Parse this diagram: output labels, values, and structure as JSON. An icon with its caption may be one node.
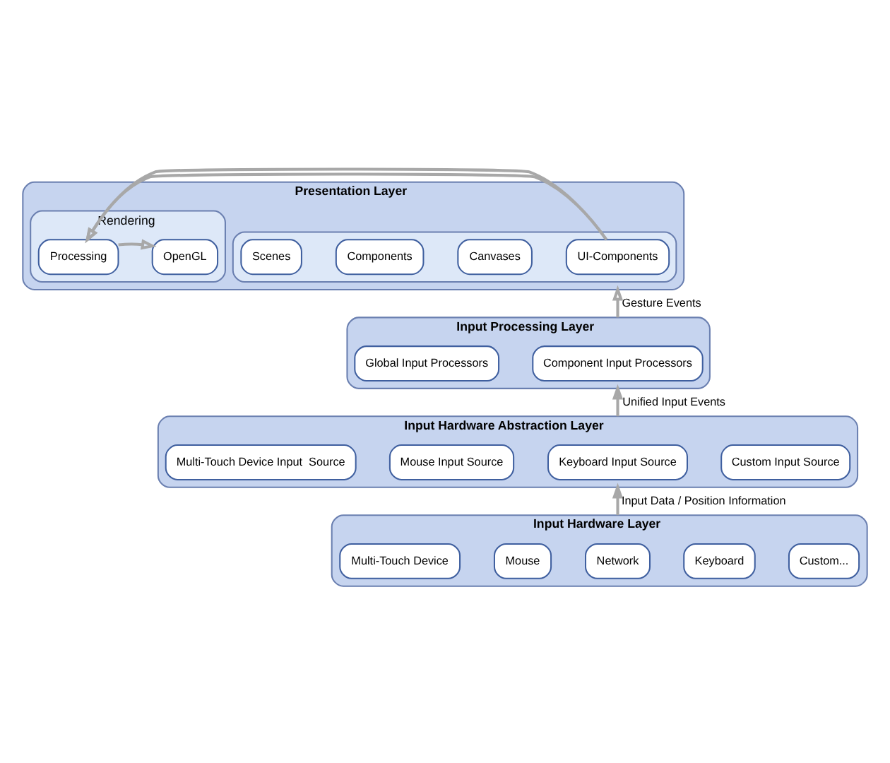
{
  "diagram": {
    "nodes": [
      {
        "text": [
          "Presentation Layer"
        ]
      },
      {
        "text": [],
        "shape": "box",
        "in": 0
      },
      {
        "text": [
          "Scenes"
        ],
        "in": 1
      },
      {
        "text": [
          "Components"
        ],
        "in": 1
      },
      {
        "text": [
          "Canvases"
        ],
        "in": 1
      },
      {
        "text": [
          "UI-Components"
        ],
        "in": 1
      },
      {
        "text": [
          "Rendering"
        ],
        "in": 0
      },
      {
        "text": [
          "Processing"
        ],
        "in": 6
      },
      {
        "text": [
          "OpenGL"
        ],
        "in": 6
      },
      {
        "text": [
          "Input Processing Layer"
        ]
      },
      {
        "text": [
          "Global Input Processors"
        ],
        "in": 9
      },
      {
        "text": [
          "Component Input Processors"
        ],
        "in": 9
      },
      {
        "text": [
          "Input Hardware Abstraction Layer"
        ]
      },
      {
        "text": [
          "Multi-Touch Device Input  Source"
        ],
        "in": 12
      },
      {
        "text": [
          "Mouse Input Source"
        ],
        "in": 12
      },
      {
        "text": [
          "Keyboard Input Source"
        ],
        "in": 12
      },
      {
        "text": [
          "Custom Input Source"
        ],
        "in": 12
      },
      {
        "text": [
          "Input Hardware Layer"
        ]
      },
      {
        "text": [
          "Multi-Touch Device"
        ],
        "in": 17
      },
      {
        "text": [
          "Mouse"
        ],
        "in": 17
      },
      {
        "text": [
          "Network"
        ],
        "in": 17
      },
      {
        "text": [
          "Keyboard"
        ],
        "in": 17
      },
      {
        "text": [
          "Custom..."
        ],
        "in": 17
      }
    ],
    "edges": [
      {
        "from": 1,
        "to": 6,
        "arrow": "to"
      },
      {
        "from": 7,
        "to": 8,
        "arrow": "to"
      },
      {
        "from": 17,
        "to": 12,
        "arrow": "to",
        "label": "Input Data / Position Information"
      },
      {
        "from": 12,
        "to": 9,
        "arrow": "to",
        "label": "Unified Input Events"
      },
      {
        "from": 9,
        "to": 0,
        "arrow": "to",
        "label": "Gesture Events"
      }
    ]
  }
}
